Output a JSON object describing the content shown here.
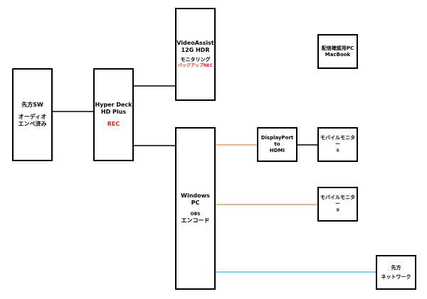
{
  "colors": {
    "line_black": "#000000",
    "line_hdmi": "#d9a066",
    "line_network": "#4fc6dd",
    "text_red": "#e8231b"
  },
  "nodes": {
    "sensho": {
      "title": "先方SW",
      "line1": "オーディオ",
      "line2": "エンベ済み"
    },
    "hyperdeck": {
      "line1": "Hyper Deck",
      "line2": "HD Plus",
      "rec": "REC"
    },
    "videoassist": {
      "line1": "VideoAssist",
      "line2": "12G HDR",
      "line3": "モニタリング",
      "rec": "バックアップREC"
    },
    "windows": {
      "title": "Windows PC",
      "sub1": "OBS",
      "sub2": "エンコード"
    },
    "displayport": {
      "line1": "DisplayPort",
      "line2": "to",
      "line3": "HDMI"
    },
    "monitor1": {
      "line1": "モバイルモニター",
      "line2": "①"
    },
    "monitor2": {
      "line1": "モバイルモニター",
      "line2": "②"
    },
    "macbook": {
      "line1": "配信確認用PC",
      "line2": "MacBook"
    },
    "network": {
      "line1": "先方",
      "line2": "ネットワーク"
    }
  }
}
